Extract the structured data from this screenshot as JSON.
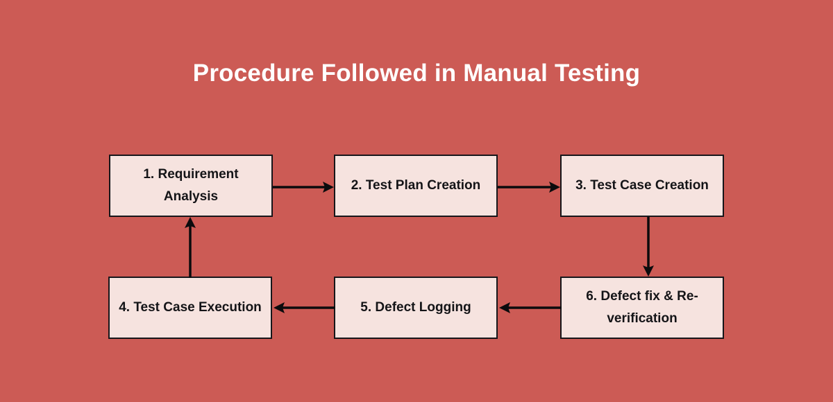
{
  "diagram": {
    "title": "Procedure Followed in Manual Testing",
    "background_color": "#cc5b55",
    "node_fill_color": "#f6e3df",
    "node_border_color": "#16161a",
    "text_color": "#141417",
    "title_color": "#ffffff",
    "nodes": [
      {
        "id": "node-1",
        "label": "1. Requirement Analysis"
      },
      {
        "id": "node-2",
        "label": "2. Test Plan Creation"
      },
      {
        "id": "node-3",
        "label": "3. Test Case Creation"
      },
      {
        "id": "node-4",
        "label": "4. Test Case Execution"
      },
      {
        "id": "node-5",
        "label": "5. Defect Logging"
      },
      {
        "id": "node-6",
        "label": "6. Defect fix & Re-verification"
      }
    ],
    "connectors": [
      {
        "id": "arrow-1-2",
        "from": "node-1",
        "to": "node-2",
        "direction": "right"
      },
      {
        "id": "arrow-2-3",
        "from": "node-2",
        "to": "node-3",
        "direction": "right"
      },
      {
        "id": "arrow-3-6",
        "from": "node-3",
        "to": "node-6",
        "direction": "down"
      },
      {
        "id": "arrow-6-5",
        "from": "node-6",
        "to": "node-5",
        "direction": "left"
      },
      {
        "id": "arrow-5-4",
        "from": "node-5",
        "to": "node-4",
        "direction": "left"
      },
      {
        "id": "arrow-4-1",
        "from": "node-4",
        "to": "node-1",
        "direction": "up"
      }
    ]
  }
}
